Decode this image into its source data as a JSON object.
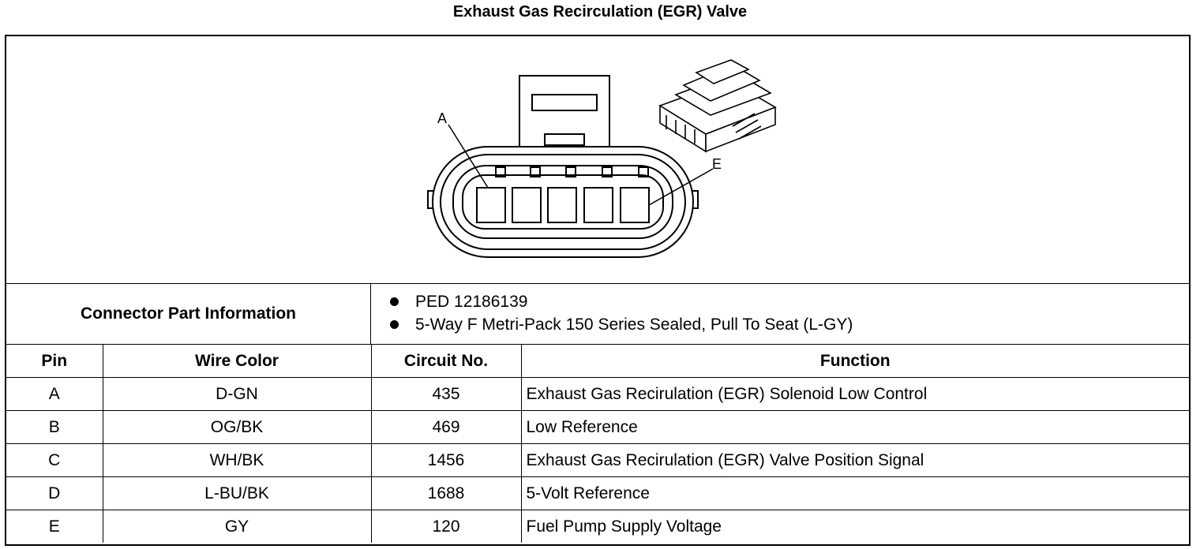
{
  "title": "Exhaust Gas Recirculation (EGR) Valve",
  "diagram": {
    "pin_label_a": "A",
    "pin_label_e": "E"
  },
  "connector_info": {
    "label": "Connector Part Information",
    "items": [
      "PED 12186139",
      "5-Way F Metri-Pack 150 Series Sealed, Pull To Seat (L-GY)"
    ]
  },
  "table": {
    "headers": [
      "Pin",
      "Wire Color",
      "Circuit No.",
      "Function"
    ],
    "rows": [
      {
        "pin": "A",
        "wire_color": "D-GN",
        "circuit": "435",
        "function": "Exhaust Gas Recirulation (EGR) Solenoid Low Control"
      },
      {
        "pin": "B",
        "wire_color": "OG/BK",
        "circuit": "469",
        "function": "Low Reference"
      },
      {
        "pin": "C",
        "wire_color": "WH/BK",
        "circuit": "1456",
        "function": "Exhaust Gas Recirulation (EGR) Valve Position Signal"
      },
      {
        "pin": "D",
        "wire_color": "L-BU/BK",
        "circuit": "1688",
        "function": "5-Volt Reference"
      },
      {
        "pin": "E",
        "wire_color": "GY",
        "circuit": "120",
        "function": "Fuel Pump Supply Voltage"
      }
    ]
  }
}
